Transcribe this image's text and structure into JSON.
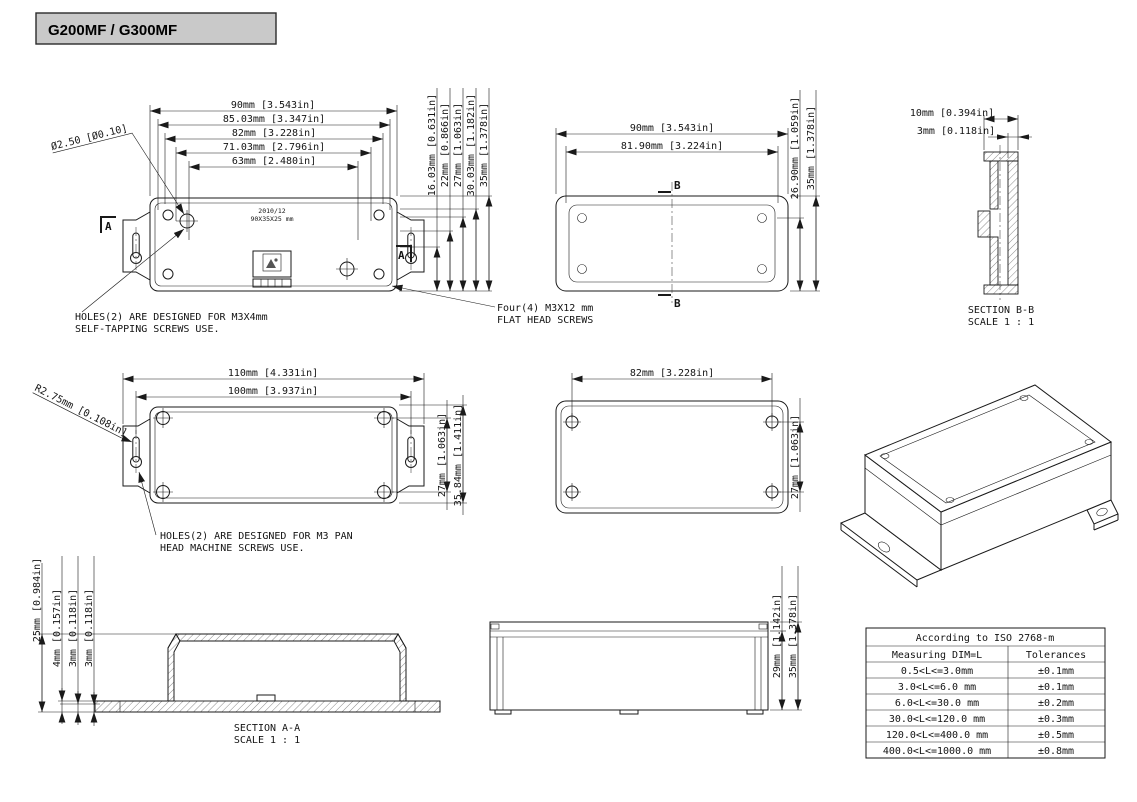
{
  "title": "G200MF / G300MF",
  "front_view": {
    "h_dims": [
      "90mm  [3.543in]",
      "85.03mm  [3.347in]",
      "82mm  [3.228in]",
      "71.03mm  [2.796in]",
      "63mm  [2.480in]"
    ],
    "v_dims": [
      "16.03mm  [0.631in]",
      "22mm  [0.866in]",
      "27mm  [1.063in]",
      "30.03mm  [1.182in]",
      "35mm  [1.378in]"
    ],
    "hole_callout": "Ø2.50 [Ø0.10]",
    "stamp_line1": "2010/12",
    "stamp_line2": "90X35X25 mm",
    "section_marker": "A",
    "note_tapping_1": "HOLES(2) ARE DESIGNED FOR M3X4mm",
    "note_tapping_2": "SELF-TAPPING SCREWS USE.",
    "note_flathead_1": "Four(4) M3X12 mm",
    "note_flathead_2": "FLAT HEAD SCREWS"
  },
  "top_view": {
    "h_dims": [
      "90mm  [3.543in]",
      "81.90mm  [3.224in]"
    ],
    "v_dims": [
      "26.90mm  [1.059in]",
      "35mm  [1.378in]"
    ],
    "section_marker": "B"
  },
  "section_bb": {
    "dim_width": "10mm  [0.394in]",
    "dim_wall": "3mm  [0.118in]",
    "caption_1": "SECTION B-B",
    "caption_2": "SCALE 1 : 1"
  },
  "bottom_view": {
    "h_dims": [
      "110mm  [4.331in]",
      "100mm  [3.937in]"
    ],
    "radius_callout": "R2.75mm  [0.108in]",
    "v_dims": [
      "27mm  [1.063in]",
      "35.84mm  [1.411in]"
    ],
    "note_pan_1": "HOLES(2) ARE DESIGNED FOR M3 PAN",
    "note_pan_2": "HEAD MACHINE SCREWS USE."
  },
  "base_view": {
    "h_dim": "82mm  [3.228in]",
    "v_dim": "27mm  [1.063in]"
  },
  "section_aa": {
    "dim_height": "25mm [0.984in]",
    "v_dims": [
      "4mm  [0.157in]",
      "3mm  [0.118in]",
      "3mm  [0.118in]"
    ],
    "caption_1": "SECTION A-A",
    "caption_2": "SCALE 1 : 1"
  },
  "side_view": {
    "v_dims": [
      "29mm  [1.142in]",
      "35mm  [1.378in]"
    ]
  },
  "tolerance_table": {
    "title": "According to ISO 2768-m",
    "headers": [
      "Measuring  DIM=L",
      "Tolerances"
    ],
    "rows": [
      {
        "range": "0.5<L<=3.0mm",
        "tol": "±0.1mm"
      },
      {
        "range": "3.0<L<=6.0 mm",
        "tol": "±0.1mm"
      },
      {
        "range": "6.0<L<=30.0 mm",
        "tol": "±0.2mm"
      },
      {
        "range": "30.0<L<=120.0 mm",
        "tol": "±0.3mm"
      },
      {
        "range": "120.0<L<=400.0 mm",
        "tol": "±0.5mm"
      },
      {
        "range": "400.0<L<=1000.0 mm",
        "tol": "±0.8mm"
      }
    ]
  }
}
